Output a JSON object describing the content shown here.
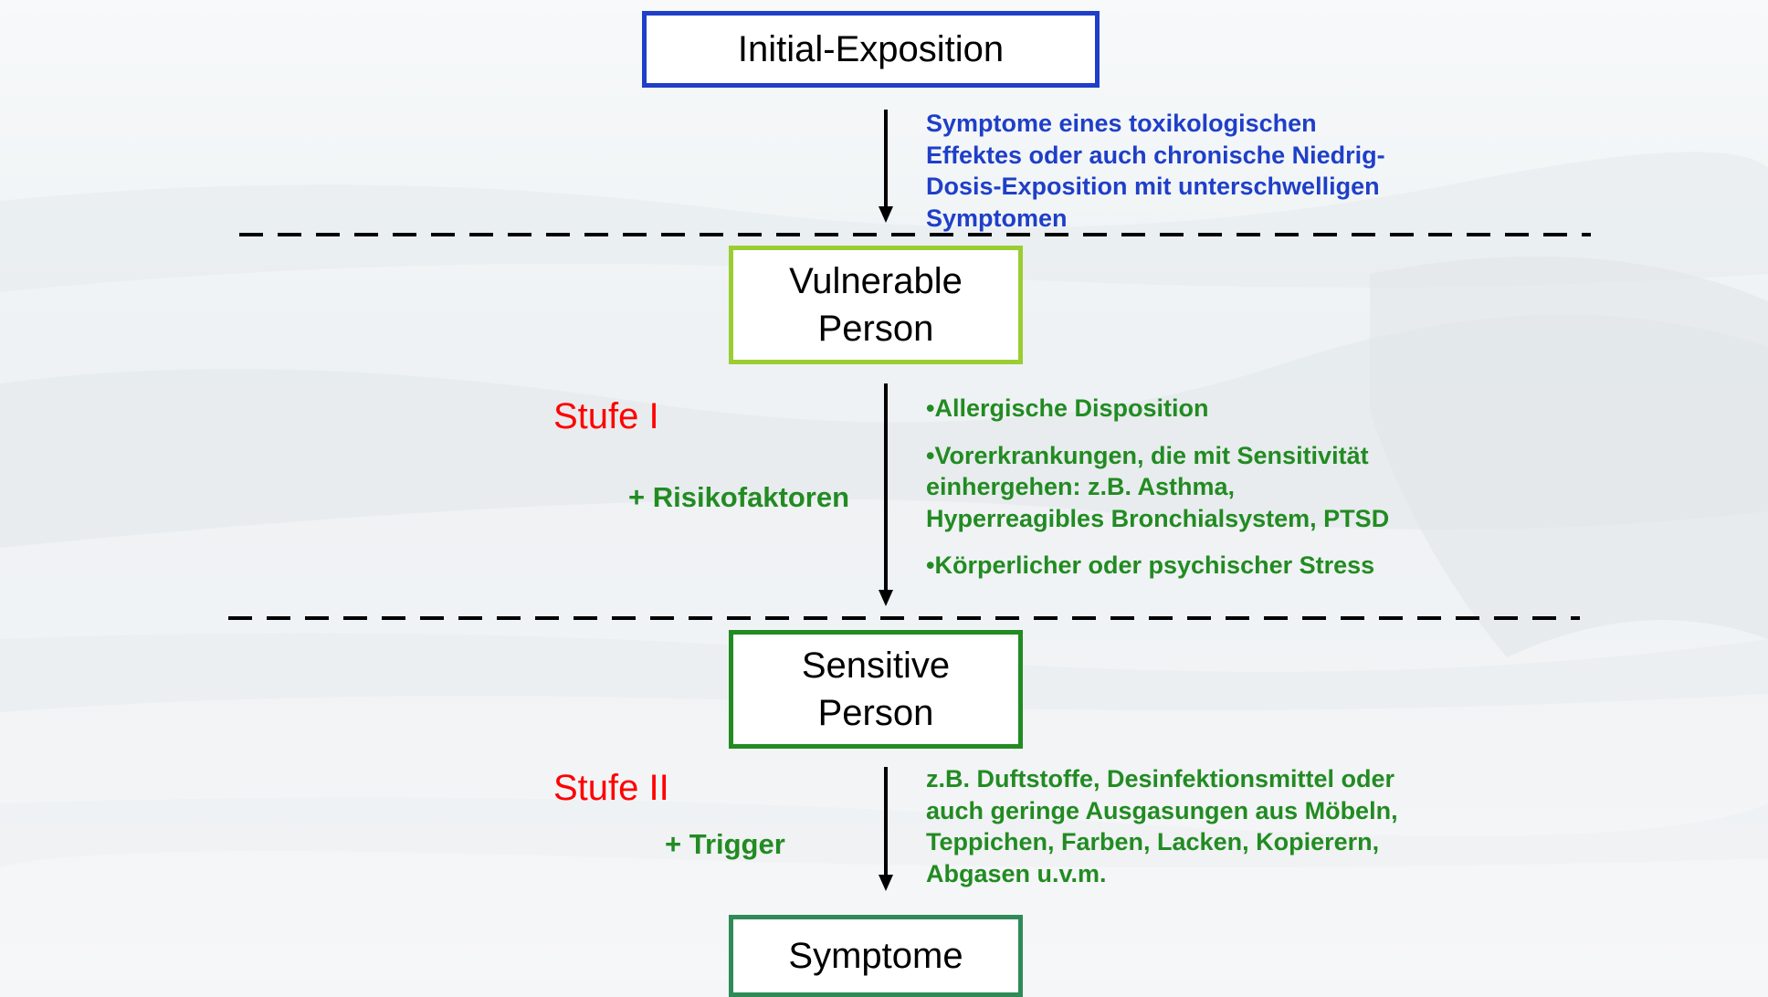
{
  "boxes": {
    "initial_exposition": "Initial-Exposition",
    "vulnerable_person": [
      "Vulnerable",
      "Person"
    ],
    "sensitive_person": [
      "Sensitive",
      "Person"
    ],
    "symptoms": "Symptome"
  },
  "notes": {
    "exposition_effect": [
      "Symptome eines toxikologischen",
      "Effektes oder auch chronische Niedrig-",
      "Dosis-Exposition mit unterschwelligen",
      "Symptomen"
    ],
    "risk_factors": {
      "item_1": "•Allergische Disposition",
      "item_2": [
        "•Vorerkrankungen, die mit Sensitivität",
        "einhergehen: z.B. Asthma,",
        "Hyperreagibles Bronchialsystem, PTSD"
      ],
      "item_3": "•Körperlicher oder psychischer Stress"
    },
    "triggers": [
      "z.B. Duftstoffe, Desinfektionsmittel oder",
      "auch geringe Ausgasungen aus Möbeln,",
      "Teppichen, Farben, Lacken, Kopierern,",
      "Abgasen u.v.m."
    ]
  },
  "stages": {
    "stage_1": "Stufe I",
    "stage_1_factor": "+ Risikofaktoren",
    "stage_2": "Stufe II",
    "stage_2_factor": "+ Trigger"
  },
  "colors": {
    "initial_border": "#1f3fc8",
    "vulnerable_border": "#9acd32",
    "sensitive_border": "#228b22",
    "symptom_border": "#2e8b57",
    "stage_text": "#ff0000",
    "green_text": "#228b22",
    "blue_text": "#1f3fc8"
  }
}
